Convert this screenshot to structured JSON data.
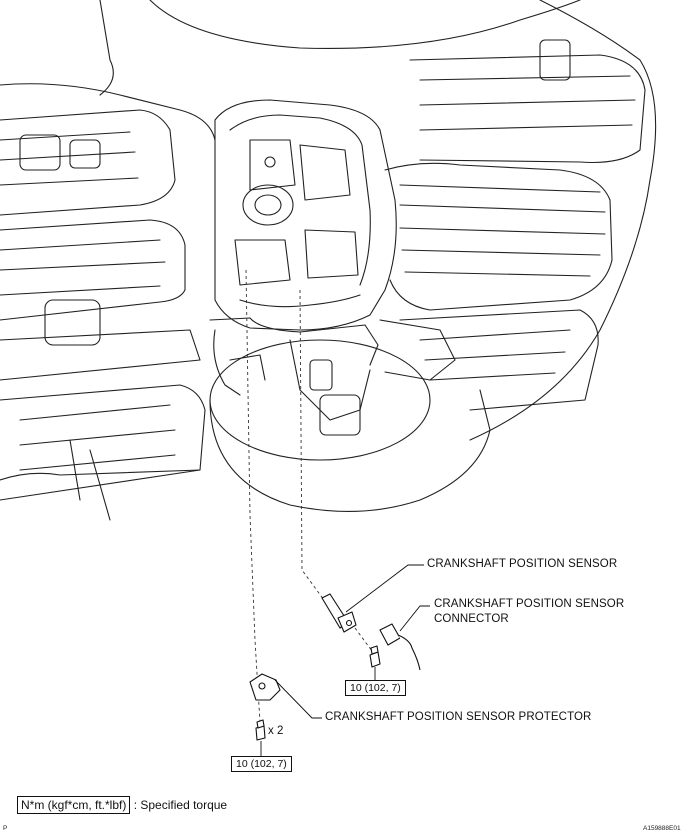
{
  "labels": {
    "sensor": "CRANKSHAFT POSITION SENSOR",
    "connector_line1": "CRANKSHAFT POSITION SENSOR",
    "connector_line2": "CONNECTOR",
    "protector": "CRANKSHAFT POSITION SENSOR PROTECTOR"
  },
  "torque": {
    "sensor_bolt": "10 (102, 7)",
    "protector_bolt": "10 (102, 7)",
    "quantity": "x 2"
  },
  "legend": {
    "unit": "N*m (kgf*cm, ft.*lbf)",
    "description": ": Specified torque"
  },
  "corner": {
    "left_mark": "P",
    "code": "A159888E01"
  },
  "colors": {
    "line": "#111111",
    "background": "#ffffff"
  }
}
